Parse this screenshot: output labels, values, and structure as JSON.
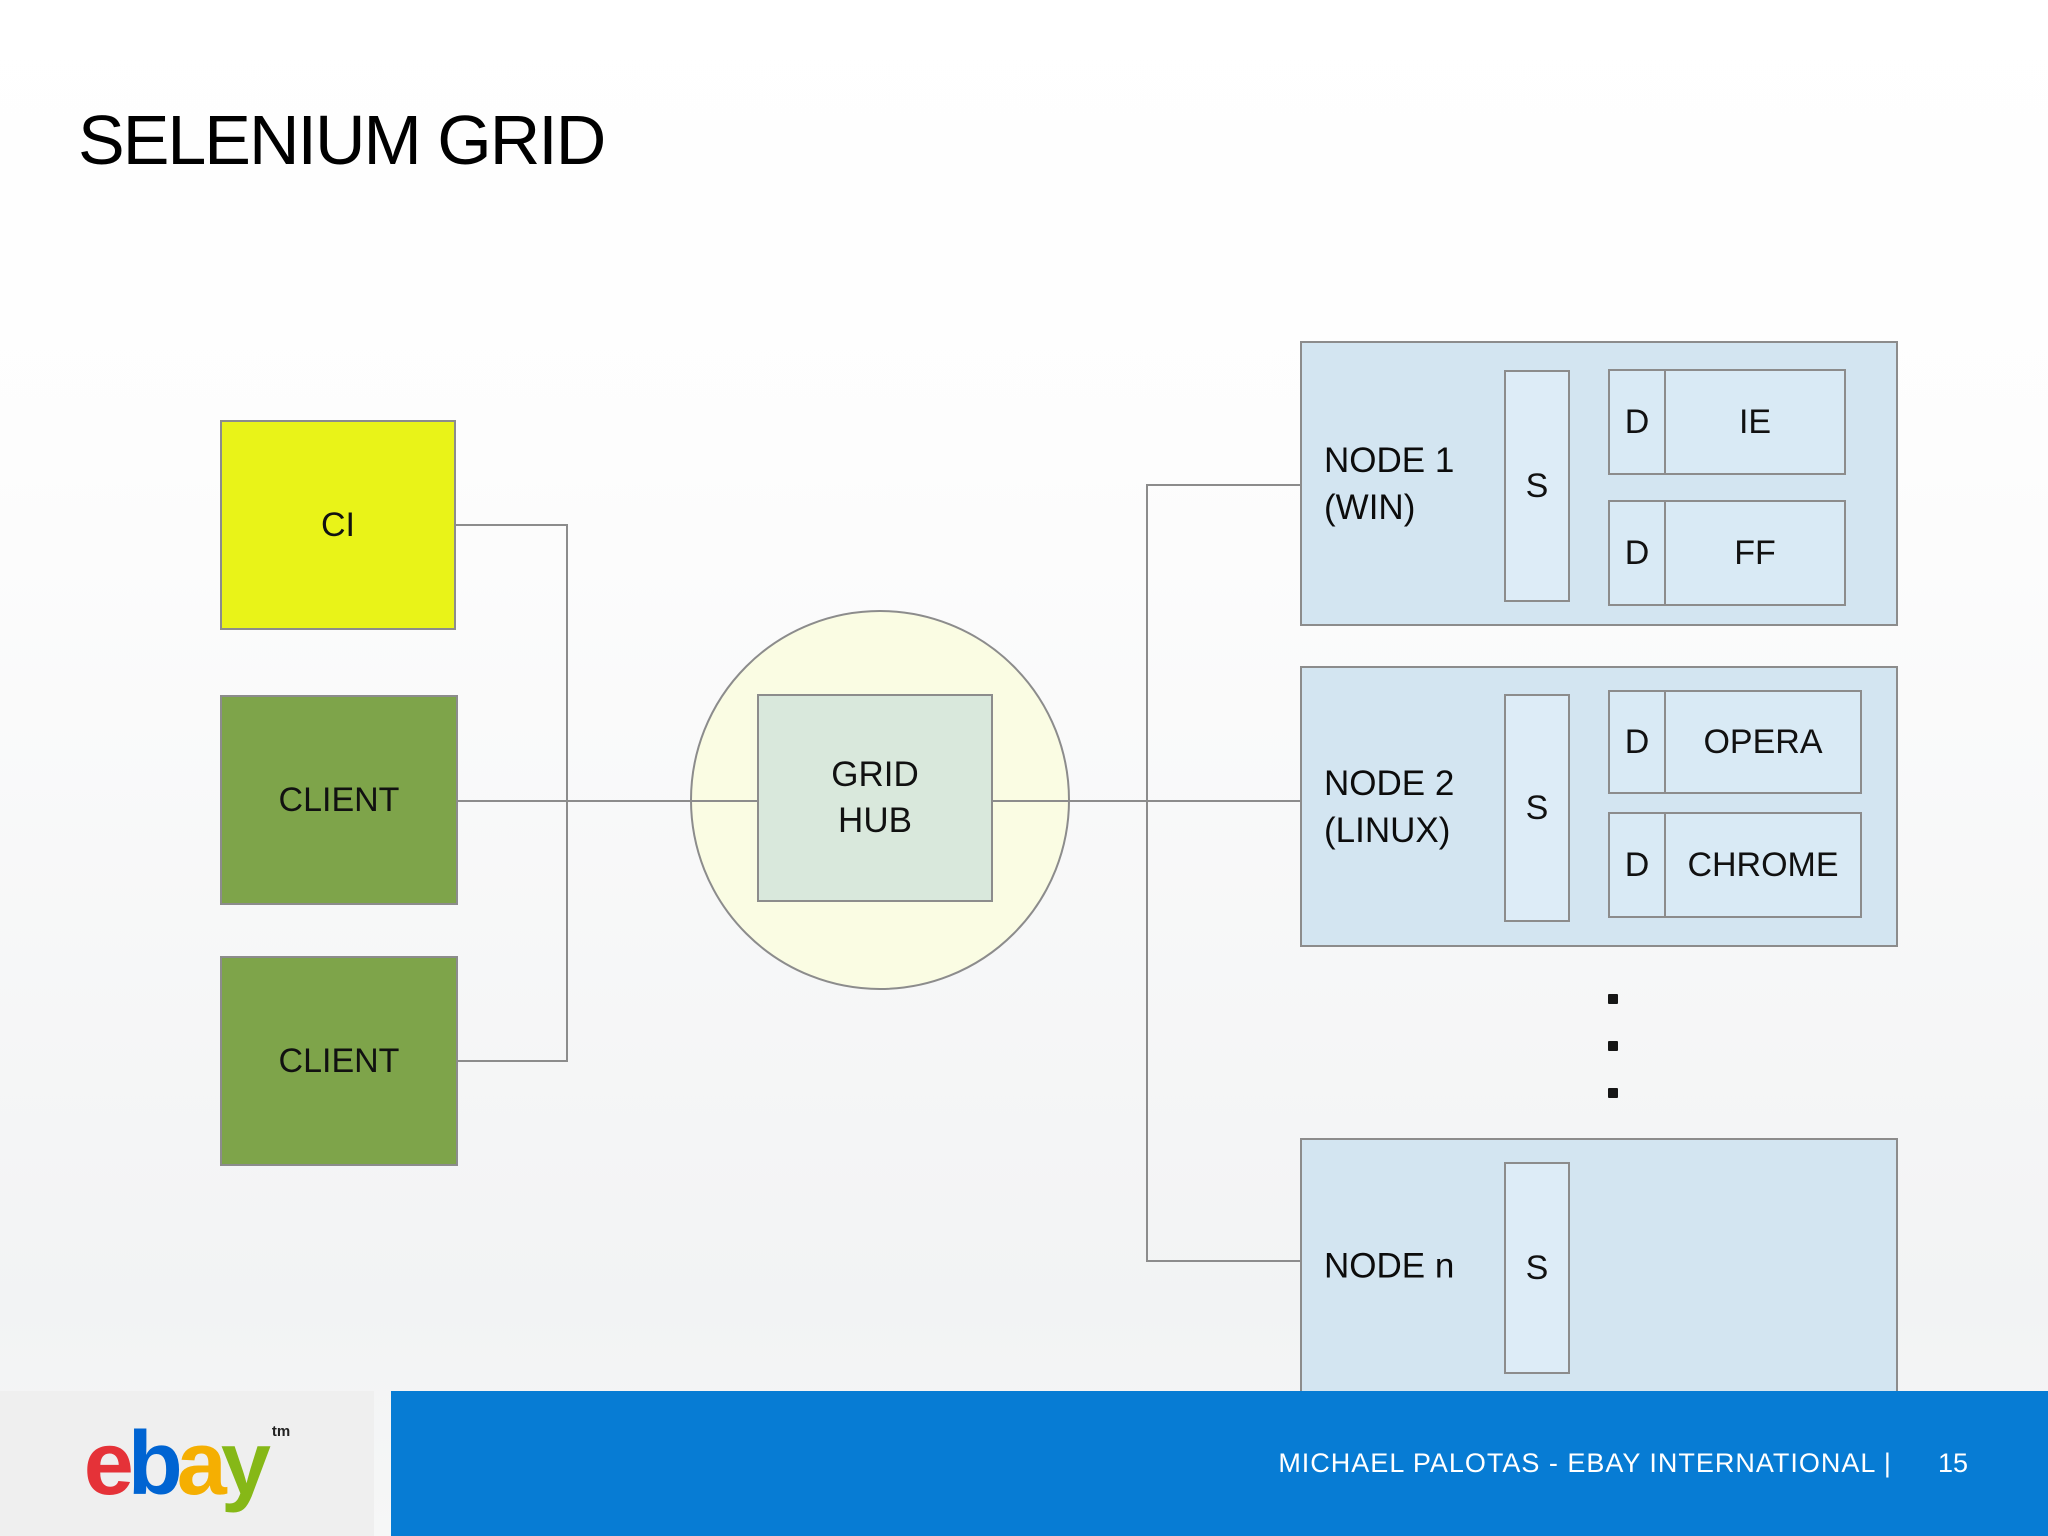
{
  "title": "SELENIUM GRID",
  "clients": {
    "ci_label": "CI",
    "client1_label": "CLIENT",
    "client2_label": "CLIENT"
  },
  "hub": {
    "line1": "GRID",
    "line2": "HUB"
  },
  "nodes": {
    "node1": {
      "name": "NODE 1",
      "platform": "(WIN)",
      "server": "S",
      "slot1": {
        "driver": "D",
        "browser": "IE"
      },
      "slot2": {
        "driver": "D",
        "browser": "FF"
      }
    },
    "node2": {
      "name": "NODE 2",
      "platform": "(LINUX)",
      "server": "S",
      "slot1": {
        "driver": "D",
        "browser": "OPERA"
      },
      "slot2": {
        "driver": "D",
        "browser": "CHROME"
      }
    },
    "noden": {
      "name": "NODE n",
      "server": "S"
    }
  },
  "footer": {
    "credit": "MICHAEL PALOTAS - EBAY INTERNATIONAL |",
    "page": "15",
    "logo": {
      "e": "e",
      "b": "b",
      "a": "a",
      "y": "y",
      "tm": "tm"
    }
  },
  "colors": {
    "ci_fill": "#e9f318",
    "client_fill": "#7ea44a",
    "node_fill": "#d3e5f1",
    "inner_box_fill": "#ddecf7",
    "hub_circle_fill": "#fafce3",
    "hub_box_fill": "#d9e8dc",
    "border_gray": "#8c8c8c",
    "footer_blue": "#077cd4",
    "footer_gray": "#efefef",
    "logo_e": "#e53238",
    "logo_b": "#0064d2",
    "logo_a": "#f5af02",
    "logo_y": "#86b817"
  }
}
